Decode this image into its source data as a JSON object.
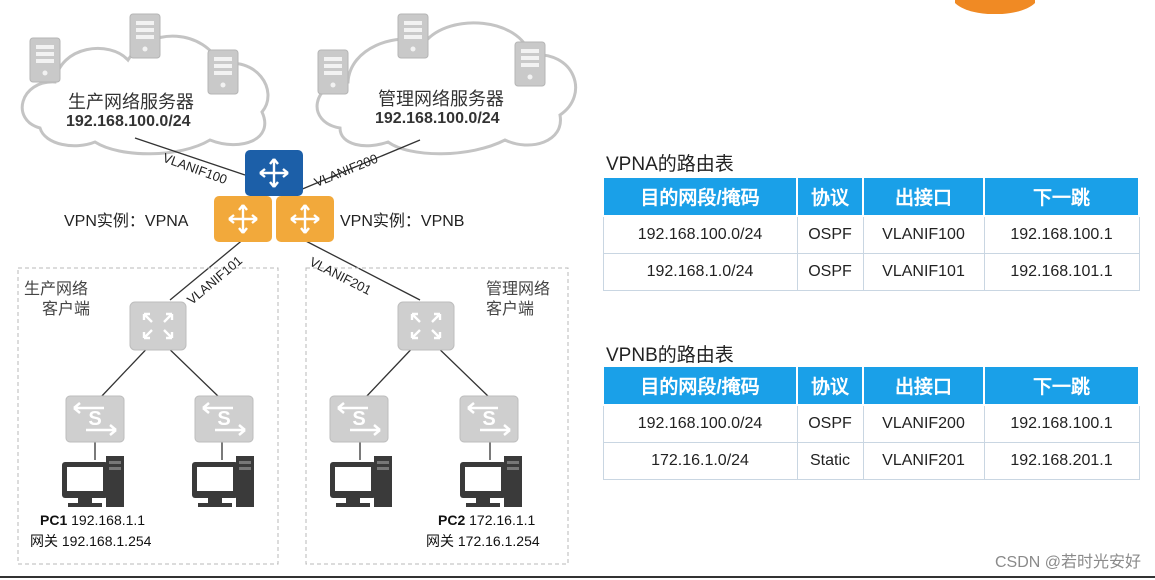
{
  "clouds": [
    {
      "title": "生产网络服务器",
      "network": "192.168.100.0/24"
    },
    {
      "title": "管理网络服务器",
      "network": "192.168.100.0/24"
    }
  ],
  "links": {
    "vlanif100": "VLANIF100",
    "vlanif200": "VLANIF200",
    "vlanif101": "VLANIF101",
    "vlanif201": "VLANIF201"
  },
  "vpn_labels": {
    "vpna": "VPN实例：VPNA",
    "vpnb": "VPN实例：VPNB"
  },
  "zones": [
    {
      "line1": "生产网络",
      "line2": "客户端"
    },
    {
      "line1": "管理网络",
      "line2": "客户端"
    }
  ],
  "pcs": [
    {
      "name": "PC1",
      "ip": "192.168.1.1",
      "gw_label": "网关",
      "gw": "192.168.1.254"
    },
    {
      "name": "PC2",
      "ip": "172.16.1.1",
      "gw_label": "网关",
      "gw": "172.16.1.254"
    }
  ],
  "icons": {
    "server": "server-icon",
    "router": "router-icon",
    "core_switch": "layer3-switch-icon",
    "switch": "switch-icon",
    "pc": "pc-icon"
  },
  "colors": {
    "router_blue": "#1c5fa8",
    "router_orange": "#f2a93b",
    "table_header": "#1aa0e8",
    "device_gray": "#cfcfcf"
  },
  "tables": [
    {
      "title": "VPNA的路由表",
      "headers": [
        "目的网段/掩码",
        "协议",
        "出接口",
        "下一跳"
      ],
      "rows": [
        [
          "192.168.100.0/24",
          "OSPF",
          "VLANIF100",
          "192.168.100.1"
        ],
        [
          "192.168.1.0/24",
          "OSPF",
          "VLANIF101",
          "192.168.101.1"
        ]
      ]
    },
    {
      "title": "VPNB的路由表",
      "headers": [
        "目的网段/掩码",
        "协议",
        "出接口",
        "下一跳"
      ],
      "rows": [
        [
          "192.168.100.0/24",
          "OSPF",
          "VLANIF200",
          "192.168.100.1"
        ],
        [
          "172.16.1.0/24",
          "Static",
          "VLANIF201",
          "192.168.201.1"
        ]
      ]
    }
  ],
  "watermark": "CSDN @若时光安好"
}
